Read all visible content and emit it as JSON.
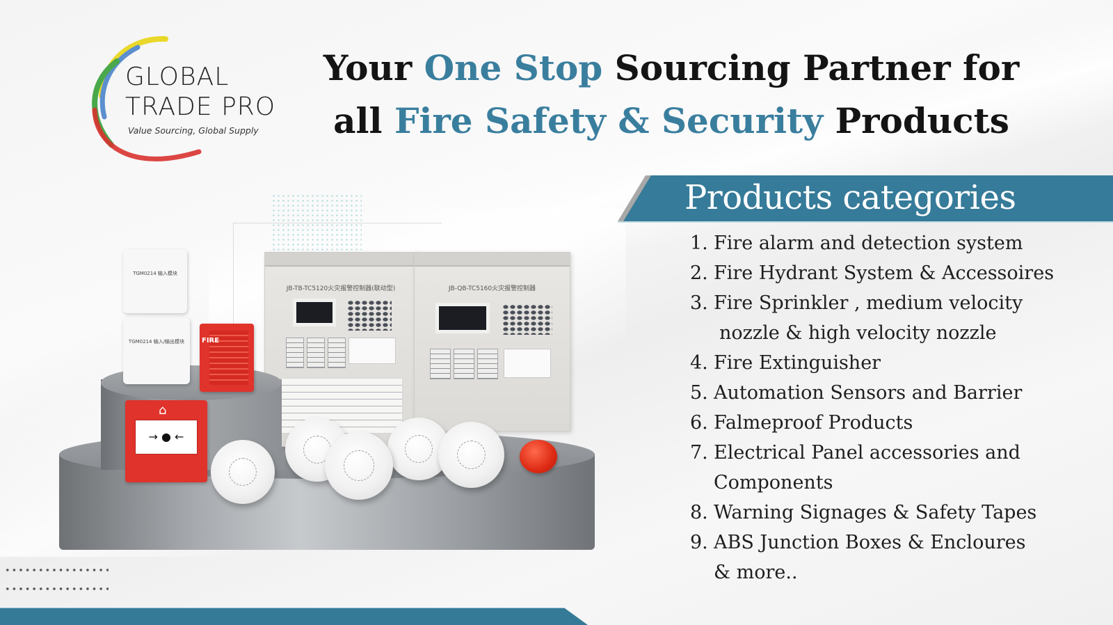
{
  "logo": {
    "line1": "GLOBAL",
    "line2": "TRADE PRO",
    "tagline": "Value Sourcing, Global Supply",
    "swoosh_colors": [
      "#e9d82a",
      "#5b8fcf",
      "#49a84a",
      "#d8322f"
    ]
  },
  "headline": {
    "line1": [
      {
        "text": "Your ",
        "accent": false
      },
      {
        "text": "One Stop",
        "accent": true
      },
      {
        "text": " Sourcing Partner for",
        "accent": false
      }
    ],
    "line2": [
      {
        "text": "all ",
        "accent": false
      },
      {
        "text": "Fire Safety & Security",
        "accent": true
      },
      {
        "text": " Products",
        "accent": false
      }
    ],
    "accent_color": "#3a7e9e",
    "text_color": "#141414"
  },
  "categories": {
    "title": "Products categories",
    "banner_color": "#367b99",
    "items": [
      {
        "num": "1.",
        "lines": [
          "Fire alarm and detection system"
        ]
      },
      {
        "num": "2.",
        "lines": [
          "Fire Hydrant System & Accessoires"
        ]
      },
      {
        "num": "3.",
        "lines": [
          "Fire Sprinkler , medium velocity",
          "nozzle & high velocity nozzle"
        ]
      },
      {
        "num": "4.",
        "lines": [
          "Fire Extinguisher"
        ]
      },
      {
        "num": "5.",
        "lines": [
          "Automation Sensors and Barrier"
        ]
      },
      {
        "num": "6.",
        "lines": [
          "Falmeproof Products"
        ]
      },
      {
        "num": "7.",
        "lines": [
          "Electrical Panel accessories and",
          "Components"
        ]
      },
      {
        "num": "8.",
        "lines": [
          "Warning Signages & Safety Tapes"
        ]
      },
      {
        "num": "9.",
        "lines": [
          "ABS Junction Boxes & Encloures",
          "& more.."
        ]
      }
    ]
  },
  "product_image": {
    "panel_1_label": "JB-TB-TC5120火灾报警控制器(联动型)",
    "panel_2_label": "JB-QB-TC5160火灾报警控制器",
    "module_1_text": "TGM0214 输入模块",
    "module_2_text": "TGM0214 输入/输出模块",
    "strobe_text": "FIRE",
    "mcp_arrows": "→ ● ←",
    "mcp_icon": "house-fire-icon"
  },
  "footer": {
    "banner_color": "#357a97"
  }
}
